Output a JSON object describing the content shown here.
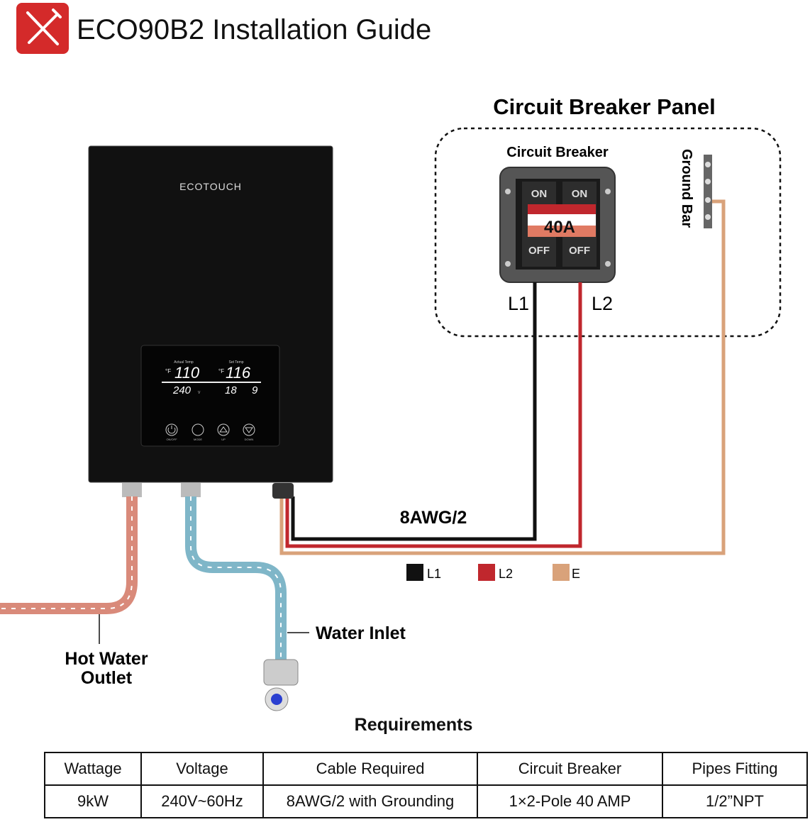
{
  "header": {
    "title": "ECO90B2 Installation Guide",
    "logo_icon": "tools-icon"
  },
  "heater": {
    "brand": "ECOTOUCH",
    "display": {
      "actual_temp_label": "Actual Temp",
      "actual_temp": "110",
      "set_temp_label": "Set Temp",
      "set_temp": "116",
      "unit": "°F",
      "voltage": "240",
      "voltage_unit": "V",
      "flow": "18",
      "power": "9"
    },
    "buttons": [
      {
        "label": "ON/OFF",
        "icon": "power-icon"
      },
      {
        "label": "MODE",
        "icon": "fahrenheit-celsius-icon"
      },
      {
        "label": "UP",
        "icon": "up-arrow-icon"
      },
      {
        "label": "DOWN",
        "icon": "down-arrow-icon"
      }
    ]
  },
  "panel": {
    "title": "Circuit Breaker Panel",
    "breaker_label": "Circuit Breaker",
    "on": "ON",
    "off": "OFF",
    "rating": "40A",
    "ground_bar": "Ground Bar",
    "l1": "L1",
    "l2": "L2"
  },
  "cable_label": "8AWG/2",
  "legend": [
    {
      "label": "L1",
      "color": "#111111"
    },
    {
      "label": "L2",
      "color": "#c0272d"
    },
    {
      "label": "E",
      "color": "#d9a27a"
    }
  ],
  "labels": {
    "water_inlet": "Water Inlet",
    "hot_outlet_1": "Hot Water",
    "hot_outlet_2": "Outlet"
  },
  "requirements": {
    "title": "Requirements",
    "headers": [
      "Wattage",
      "Voltage",
      "Cable Required",
      "Circuit Breaker",
      "Pipes Fitting"
    ],
    "values": [
      "9kW",
      "240V~60Hz",
      "8AWG/2 with Grounding",
      "1×2-Pole 40 AMP",
      "1/2”NPT"
    ]
  }
}
